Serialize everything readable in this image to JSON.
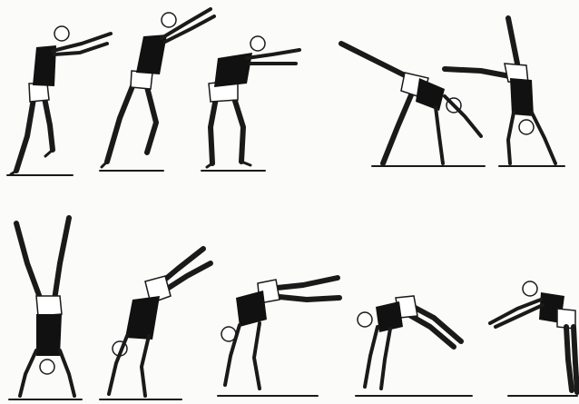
{
  "figure": {
    "rows": 2,
    "frames_per_row": [
      5,
      5
    ],
    "ink_color": "#1a1a1a",
    "suit_color": "#111111",
    "paper_color": "#fbfbf9"
  },
  "frames": [
    {
      "pose": "step-arms-forward"
    },
    {
      "pose": "lunge-arms-raised"
    },
    {
      "pose": "crouch-arms-forward"
    },
    {
      "pose": "cartwheel-entry"
    },
    {
      "pose": "handstand-split"
    },
    {
      "pose": "handstand"
    },
    {
      "pose": "handspring-arch"
    },
    {
      "pose": "walkover-horizontal"
    },
    {
      "pose": "bridge-descent"
    },
    {
      "pose": "landing-bend"
    }
  ]
}
